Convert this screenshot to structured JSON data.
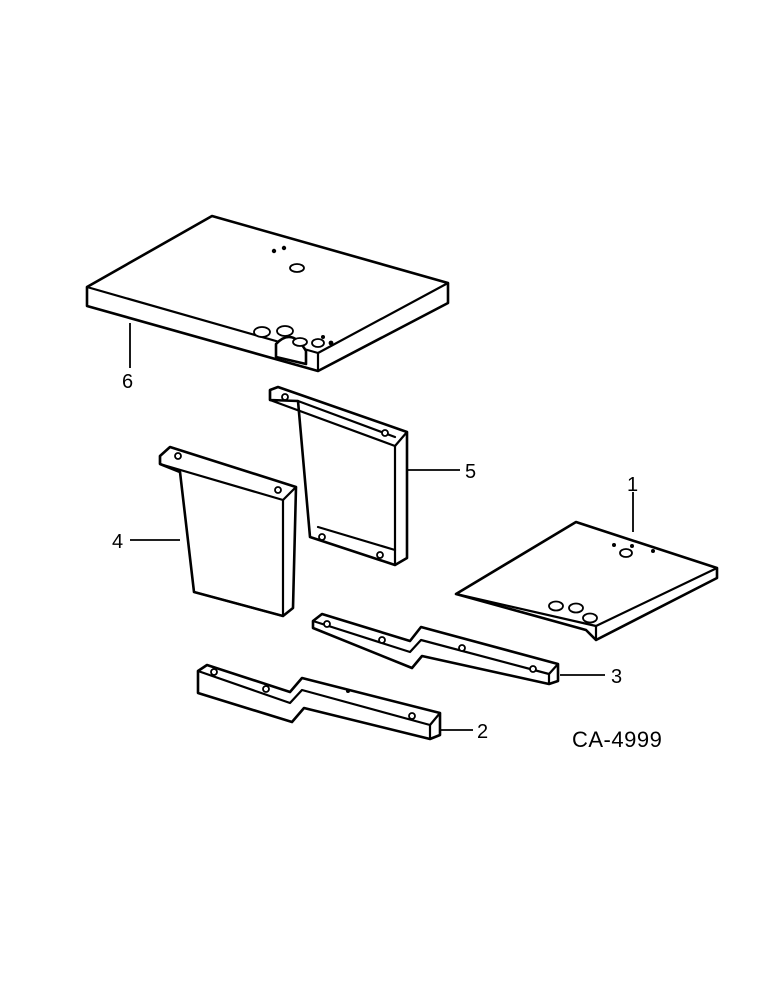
{
  "callouts": {
    "part1": "1",
    "part2": "2",
    "part3": "3",
    "part4": "4",
    "part5": "5",
    "part6": "6"
  },
  "figure_code": "CA-4999"
}
